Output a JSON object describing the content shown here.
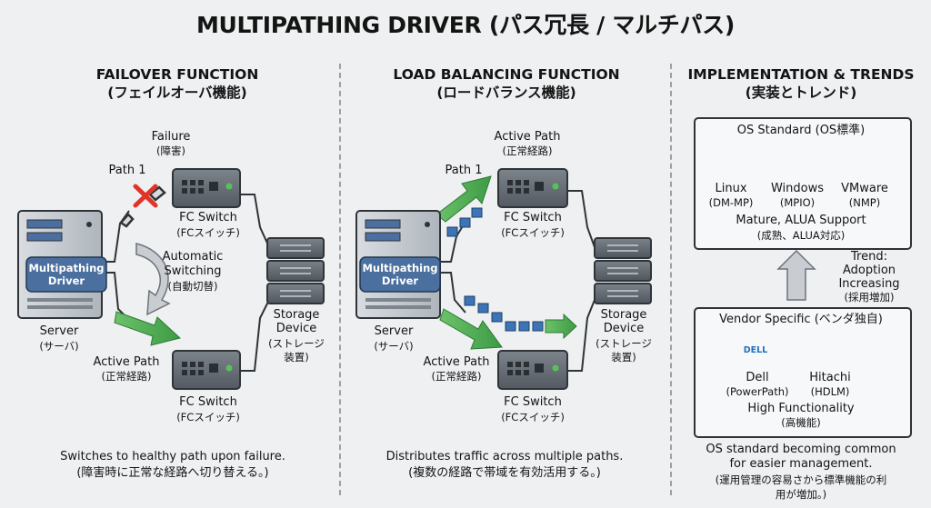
{
  "title": "MULTIPATHING DRIVER (パス冗長 / マルチパス)",
  "failover": {
    "heading_en": "FAILOVER FUNCTION",
    "heading_ja": "(フェイルオーバ機能)",
    "failure_en": "Failure",
    "failure_ja": "(障害)",
    "path1": "Path 1",
    "fc_switch": "FC Switch",
    "fc_switch_ja": "(FCスイッチ)",
    "auto_en_1": "Automatic",
    "auto_en_2": "Switching",
    "auto_ja": "(自動切替)",
    "driver_1": "Multipathing",
    "driver_2": "Driver",
    "server_en": "Server",
    "server_ja": "(サーバ)",
    "storage_1": "Storage",
    "storage_2": "Device",
    "storage_ja_1": "(ストレージ",
    "storage_ja_2": "装置)",
    "active_en": "Active Path",
    "active_ja": "(正常経路)",
    "caption_en": "Switches to healthy path upon failure.",
    "caption_ja": "(障害時に正常な経路へ切り替える。)"
  },
  "load_balancing": {
    "heading_en": "LOAD BALANCING FUNCTION",
    "heading_ja": "(ロードバランス機能)",
    "active_en": "Active Path",
    "active_ja": "(正常経路)",
    "path1": "Path 1",
    "fc_switch": "FC Switch",
    "fc_switch_ja": "(FCスイッチ)",
    "driver_1": "Multipathing",
    "driver_2": "Driver",
    "server_en": "Server",
    "server_ja": "(サーバ)",
    "storage_1": "Storage",
    "storage_2": "Device",
    "storage_ja_1": "(ストレージ",
    "storage_ja_2": "装置)",
    "active2_en": "Active Path",
    "active2_ja": "(正常経路)",
    "caption_en": "Distributes traffic across multiple paths.",
    "caption_ja": "(複数の経路で帯域を有効活用する。)"
  },
  "trends": {
    "heading_en": "IMPLEMENTATION & TRENDS",
    "heading_ja": "(実装とトレンド)",
    "os_title": "OS Standard (OS標準)",
    "os_items": [
      {
        "name": "Linux",
        "sub": "(DM-MP)",
        "icon": "penguin-icon"
      },
      {
        "name": "Windows",
        "sub": "(MPIO)",
        "icon": "windows-logo-icon"
      },
      {
        "name": "VMware",
        "sub": "(NMP)",
        "icon": "vmware-logo-icon"
      }
    ],
    "os_footer_en": "Mature, ALUA Support",
    "os_footer_ja": "(成熟、ALUA対応)",
    "trend_1": "Trend:",
    "trend_2": "Adoption",
    "trend_3": "Increasing",
    "trend_ja": "(採用増加)",
    "vendor_title": "Vendor Specific (ベンダ独自)",
    "vendor_items": [
      {
        "name": "Dell",
        "sub": "(PowerPath)",
        "icon": "dell-logo-icon",
        "logo_text": "DELL"
      },
      {
        "name": "Hitachi",
        "sub": "(HDLM)",
        "icon": "hitachi-storage-icon"
      }
    ],
    "vendor_footer_en": "High Functionality",
    "vendor_footer_ja": "(高機能)",
    "caption_en_1": "OS standard becoming common",
    "caption_en_2": "for easier management.",
    "caption_ja_1": "(運用管理の容易さから標準機能の利",
    "caption_ja_2": "用が増加。)"
  },
  "colors": {
    "arrow_green": "#4aa84e",
    "packet_blue": "#3d74b8",
    "driver_blue": "#4b6f9e",
    "failure_red": "#e0342b",
    "switch_gray": "#5a6169"
  }
}
